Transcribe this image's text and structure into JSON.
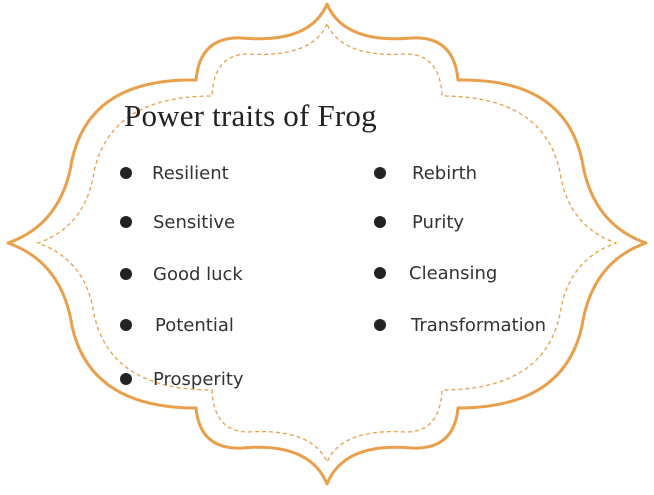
{
  "title": "Power traits of Frog",
  "traits_left": [
    "Resilient",
    "Sensitive",
    "Good luck",
    "Potential",
    "Prosperity"
  ],
  "traits_right": [
    "Rebirth",
    "Purity",
    "Cleansing",
    "Transformation"
  ],
  "colors": {
    "frame_stroke": "#E8A04C",
    "text": "#333333",
    "bullet": "#222222",
    "background": "#ffffff"
  }
}
